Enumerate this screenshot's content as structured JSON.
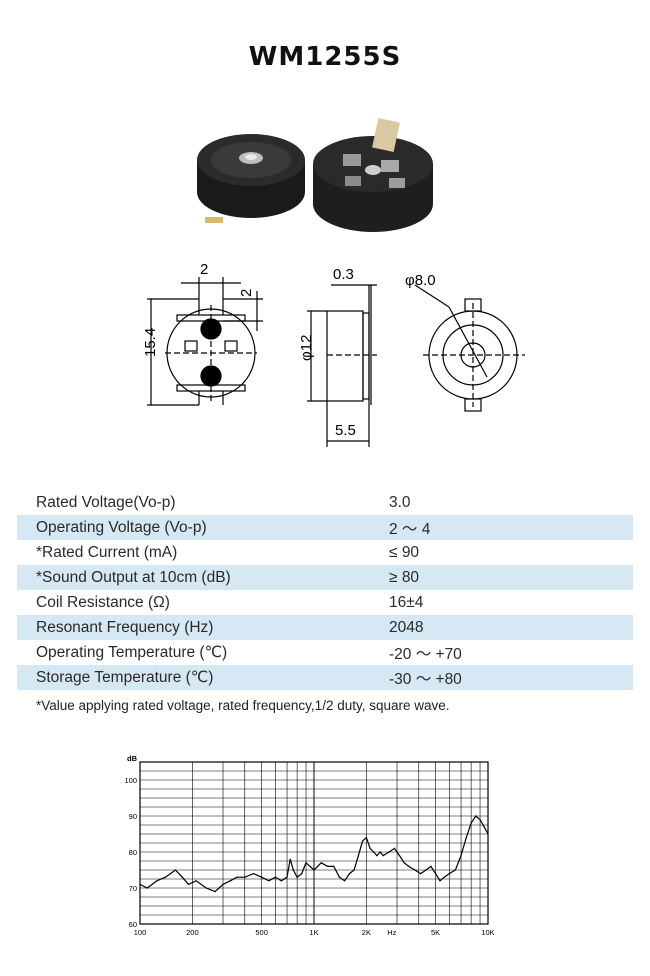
{
  "title": "WM1255S",
  "dimensions": {
    "pin_width": "2",
    "pin_height": "2",
    "body_height": "15.4",
    "terminal_thickness": "0.3",
    "outer_diameter": "φ8.0",
    "body_diameter": "φ12",
    "body_depth": "5.5"
  },
  "specs": [
    {
      "param": "Rated Voltage(Vo-p)",
      "value": "3.0"
    },
    {
      "param": "Operating Voltage (Vo-p)",
      "value": "2 ～ 4"
    },
    {
      "param": "*Rated Current (mA)",
      "value": "≤ 90"
    },
    {
      "param": "*Sound Output at 10cm (dB)",
      "value": "≥ 80"
    },
    {
      "param": "Coil Resistance (Ω)",
      "value": "16±4"
    },
    {
      "param": "Resonant Frequency (Hz)",
      "value": "2048"
    },
    {
      "param": "Operating Temperature (℃)",
      "value": "-20 ～ +70"
    },
    {
      "param": "Storage Temperature (℃)",
      "value": "-30 ～ +80"
    }
  ],
  "note": "*Value applying rated voltage, rated frequency,1/2 duty, square wave.",
  "chart_data": {
    "type": "line",
    "ylabel": "dB",
    "xlabel": "Hz",
    "x_scale": "log",
    "xlim": [
      100,
      10000
    ],
    "ylim": [
      60,
      105
    ],
    "y_ticks": [
      {
        "value": 100,
        "label": "100"
      },
      {
        "value": 90,
        "label": "90"
      },
      {
        "value": 80,
        "label": "80"
      },
      {
        "value": 70,
        "label": "70"
      },
      {
        "value": 60,
        "label": "60"
      }
    ],
    "x_ticks": [
      {
        "value": 100,
        "label": "100"
      },
      {
        "value": 200,
        "label": "200"
      },
      {
        "value": 500,
        "label": "500"
      },
      {
        "value": 1000,
        "label": "1K"
      },
      {
        "value": 2000,
        "label": "2K"
      },
      {
        "value": 5000,
        "label": "5K"
      },
      {
        "value": 10000,
        "label": "10K"
      }
    ],
    "series": [
      {
        "x": [
          100,
          110,
          125,
          140,
          160,
          175,
          190,
          210,
          240,
          270,
          300,
          330,
          360,
          400,
          450,
          500,
          550,
          600,
          650,
          700,
          730,
          760,
          800,
          850,
          900,
          950,
          1000,
          1100,
          1200,
          1300,
          1400,
          1500,
          1600,
          1700,
          1800,
          1900,
          2000,
          2100,
          2200,
          2300,
          2400,
          2500,
          2700,
          2900,
          3100,
          3300,
          3500,
          3800,
          4100,
          4400,
          4700,
          5000,
          5300,
          5600,
          6000,
          6500,
          7000,
          7500,
          8000,
          8500,
          9000,
          9500,
          10000
        ],
        "y": [
          71,
          70,
          72,
          73,
          75,
          73,
          71,
          72,
          70,
          69,
          71,
          72,
          73,
          73,
          74,
          73,
          72,
          73,
          72,
          73,
          78,
          75,
          73,
          74,
          77,
          76,
          75,
          77,
          76,
          76,
          73,
          72,
          74,
          75,
          79,
          83,
          84,
          81,
          80,
          79,
          80,
          79,
          80,
          81,
          79,
          77,
          76,
          75,
          74,
          75,
          76,
          74,
          72,
          73,
          74,
          75,
          79,
          84,
          88,
          90,
          89,
          87,
          85
        ]
      }
    ]
  }
}
